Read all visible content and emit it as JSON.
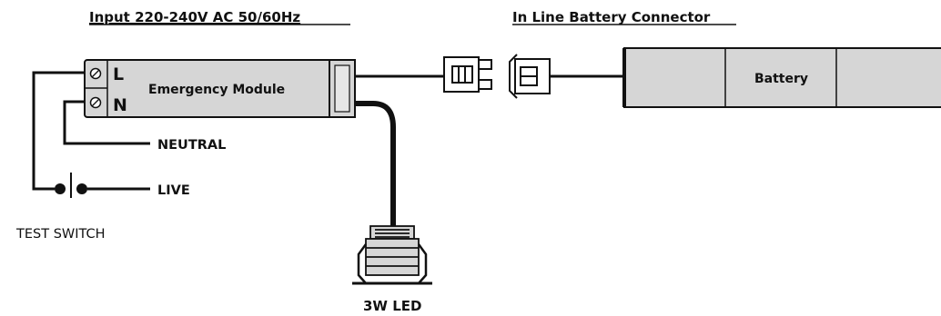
{
  "title_input": "Input 220-240V AC   50/60Hz",
  "title_connector": "In Line Battery Connector",
  "terminal_live": "L",
  "terminal_neutral": "N",
  "module_label": "Emergency Module",
  "neutral_label": "NEUTRAL",
  "live_label": "LIVE",
  "test_switch_label": "TEST SWITCH",
  "battery_label": "Battery",
  "led_label": "3W LED",
  "colors": {
    "ink": "#111111",
    "body_fill": "#d6d6d6",
    "background": "#ffffff"
  }
}
